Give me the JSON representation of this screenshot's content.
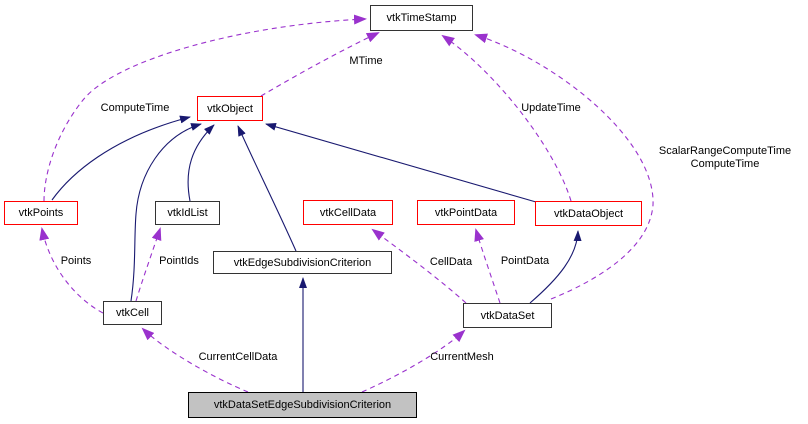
{
  "diagram": {
    "kind": "class-collaboration-graph",
    "focus_class": "vtkDataSetEdgeSubdivisionCriterion",
    "colors": {
      "background": "#ffffff",
      "inheritance_edge": "#191970",
      "usage_edge": "#9a32cd",
      "node_border_default": "#333333",
      "node_border_highlight": "#ff0000",
      "focus_node_fill": "#c2c2c2",
      "node_fill": "#ffffff",
      "text": "#000000"
    }
  },
  "nodes": [
    {
      "id": "vtkTimeStamp",
      "label": "vtkTimeStamp",
      "style": "default"
    },
    {
      "id": "vtkObject",
      "label": "vtkObject",
      "style": "red"
    },
    {
      "id": "vtkPoints",
      "label": "vtkPoints",
      "style": "red"
    },
    {
      "id": "vtkIdList",
      "label": "vtkIdList",
      "style": "default"
    },
    {
      "id": "vtkCellData",
      "label": "vtkCellData",
      "style": "red"
    },
    {
      "id": "vtkPointData",
      "label": "vtkPointData",
      "style": "red"
    },
    {
      "id": "vtkDataObject",
      "label": "vtkDataObject",
      "style": "red"
    },
    {
      "id": "vtkEdgeSubdivisionCriterion",
      "label": "vtkEdgeSubdivisionCriterion",
      "style": "default"
    },
    {
      "id": "vtkCell",
      "label": "vtkCell",
      "style": "default"
    },
    {
      "id": "vtkDataSet",
      "label": "vtkDataSet",
      "style": "default"
    },
    {
      "id": "vtkDataSetEdgeSubdivisionCriterion",
      "label": "vtkDataSetEdgeSubdivisionCriterion",
      "style": "focus"
    }
  ],
  "edges": {
    "inheritance": [
      {
        "from": "vtkPoints",
        "to": "vtkObject"
      },
      {
        "from": "vtkCell",
        "to": "vtkObject"
      },
      {
        "from": "vtkIdList",
        "to": "vtkObject"
      },
      {
        "from": "vtkEdgeSubdivisionCriterion",
        "to": "vtkObject"
      },
      {
        "from": "vtkDataObject",
        "to": "vtkObject"
      },
      {
        "from": "vtkDataSet",
        "to": "vtkDataObject"
      },
      {
        "from": "vtkDataSetEdgeSubdivisionCriterion",
        "to": "vtkEdgeSubdivisionCriterion"
      }
    ],
    "usage": [
      {
        "from": "vtkObject",
        "to": "vtkTimeStamp",
        "label": "MTime"
      },
      {
        "from": "vtkPoints",
        "to": "vtkTimeStamp",
        "label": "ComputeTime"
      },
      {
        "from": "vtkDataObject",
        "to": "vtkTimeStamp",
        "label": "UpdateTime"
      },
      {
        "from": "vtkDataSet",
        "to": "vtkTimeStamp",
        "label": "ScalarRangeComputeTime\nComputeTime"
      },
      {
        "from": "vtkCell",
        "to": "vtkPoints",
        "label": "Points"
      },
      {
        "from": "vtkCell",
        "to": "vtkIdList",
        "label": "PointIds"
      },
      {
        "from": "vtkDataSet",
        "to": "vtkCellData",
        "label": "CellData"
      },
      {
        "from": "vtkDataSet",
        "to": "vtkPointData",
        "label": "PointData"
      },
      {
        "from": "vtkDataSetEdgeSubdivisionCriterion",
        "to": "vtkCell",
        "label": "CurrentCellData"
      },
      {
        "from": "vtkDataSetEdgeSubdivisionCriterion",
        "to": "vtkDataSet",
        "label": "CurrentMesh"
      }
    ]
  }
}
